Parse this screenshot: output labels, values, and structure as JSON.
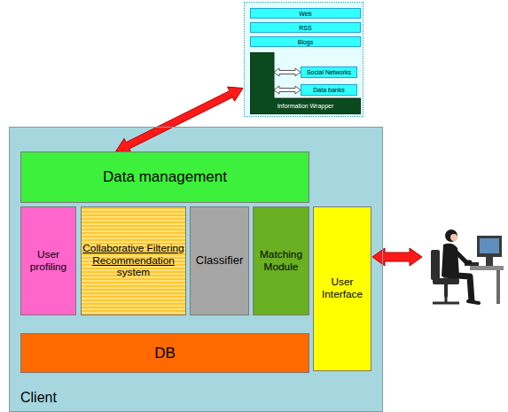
{
  "diagram": {
    "nodes": [
      {
        "text": [
          "Client"
        ]
      },
      {
        "text": [
          "Data management"
        ],
        "in": 0
      },
      {
        "text": [
          "User profiling"
        ],
        "in": 0
      },
      {
        "text": [
          "Collaborative Filtering Recommendation",
          "system"
        ],
        "in": 0
      },
      {
        "text": [
          "Classifier"
        ],
        "in": 0
      },
      {
        "text": [
          "Matching Module"
        ],
        "in": 0
      },
      {
        "text": [
          "User Interface"
        ],
        "in": 0
      },
      {
        "text": [
          "DB"
        ],
        "in": 0
      },
      {
        "text": []
      },
      {
        "text": [
          "Web"
        ],
        "in": 8
      },
      {
        "text": [
          "RSS"
        ],
        "in": 8
      },
      {
        "text": [
          "Blogs"
        ],
        "in": 8
      },
      {
        "text": [
          "Information Wrapper"
        ],
        "in": 8
      },
      {
        "text": [
          "Social Networks"
        ],
        "in": 8
      },
      {
        "text": [
          "Data banks"
        ],
        "in": 8
      }
    ],
    "edges": [
      {
        "from": 1,
        "to": 8,
        "arrow": "both"
      },
      {
        "from": 12,
        "to": 13,
        "arrow": "both"
      },
      {
        "from": 12,
        "to": 14,
        "arrow": "both"
      }
    ]
  }
}
